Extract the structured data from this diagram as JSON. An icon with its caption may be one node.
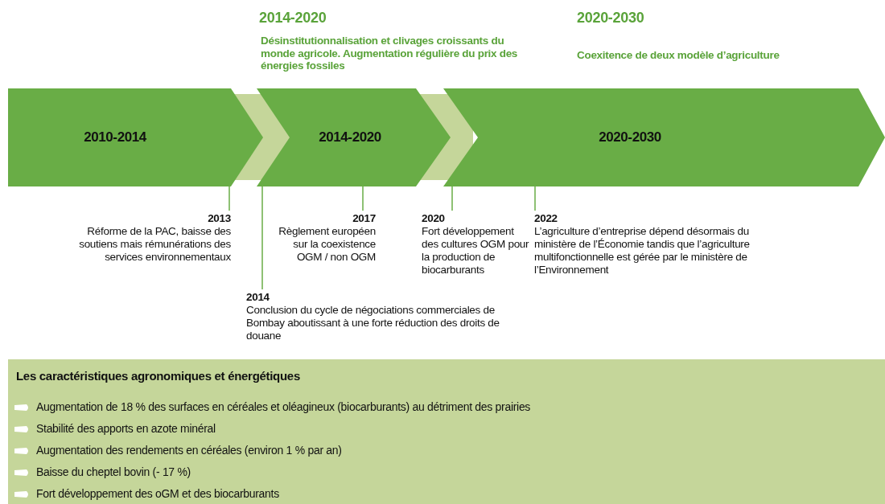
{
  "diagram": {
    "nodes": [
      {
        "text": [
          "2010-2014"
        ]
      },
      {
        "text": [
          "2014-2020"
        ]
      },
      {
        "text": [
          "2020-2030"
        ]
      },
      {
        "text": [
          "2013",
          "Réforme de la PAC, baisse des soutiens mais rémunérations des services environnementaux"
        ]
      },
      {
        "text": [
          "2014",
          "Conclusion du cycle de négociations commerciales de Bombay aboutissant à une forte réduction des droits de douane"
        ]
      },
      {
        "text": [
          "2017",
          "Règlement européen sur la coexistence OGM / non OGM"
        ]
      },
      {
        "text": [
          "2020",
          "Fort développement des cultures OGM pour la production de biocarburants"
        ]
      },
      {
        "text": [
          "2022",
          "L’agriculture d’entreprise dépend désormais du ministère de l’Économie tandis que l’agriculture multifonctionnelle est gérée par le ministère de l’Environnement"
        ]
      },
      {
        "text": [
          "Les caractéristiques agronomiques et énergétiques",
          "Augmentation de 18 % des surfaces en céréales et oléagineux (biocarburants) au détriment des prairies",
          "Stabilité des apports en azote minéral",
          "Augmentation des rendements en céréales (environ 1 % par an)",
          "Baisse du cheptel bovin (- 17 %)",
          "Fort développement des oGM et des biocarburants"
        ]
      }
    ],
    "edges": [
      {
        "from": 3,
        "to": 0,
        "arrow": "none"
      },
      {
        "from": 4,
        "to": 1,
        "arrow": "none"
      },
      {
        "from": 5,
        "to": 1,
        "arrow": "none"
      },
      {
        "from": 6,
        "to": 2,
        "arrow": "none"
      },
      {
        "from": 7,
        "to": 2,
        "arrow": "none"
      }
    ],
    "labels": [
      "2014-2020",
      "Désinstitutionnalisation et clivages croissants du monde agricole. Augmentation régulière du prix des énergies fossiles",
      "2020-2030",
      "Coexitence de deux modèle d’agriculture"
    ]
  }
}
